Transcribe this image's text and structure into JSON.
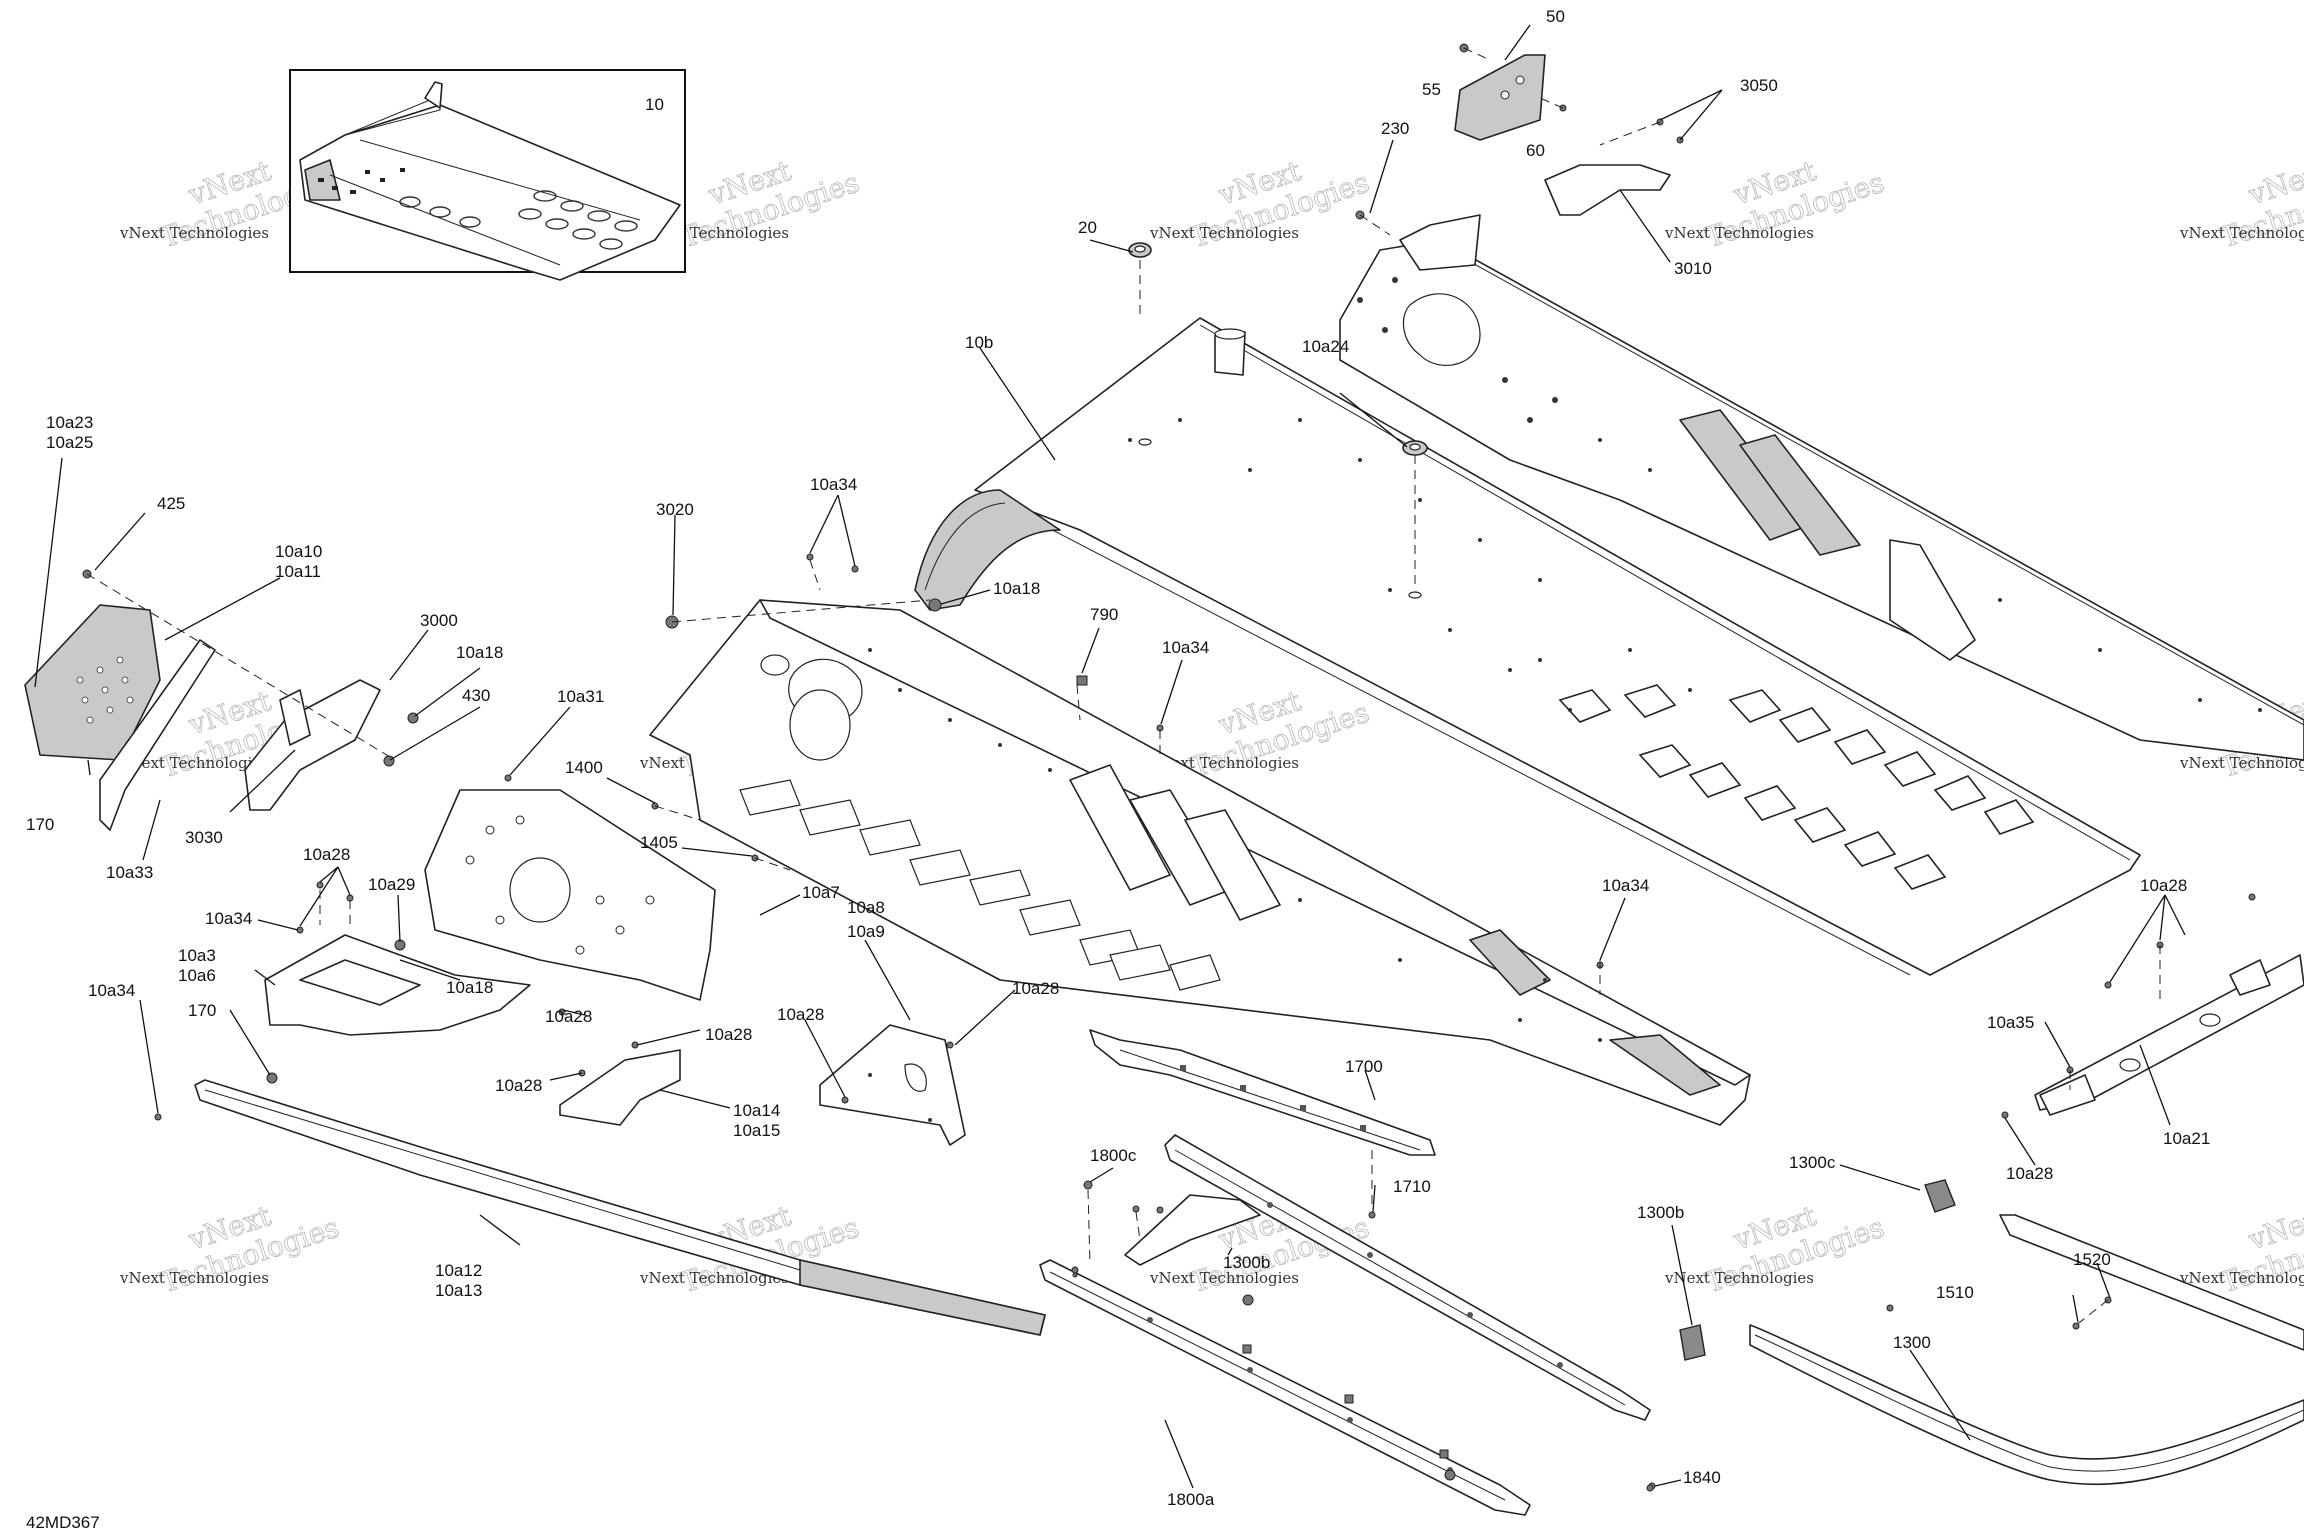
{
  "diagram_code": "42MD367",
  "inset_label": "10",
  "watermark": {
    "line1": "vNext Technologies",
    "line2": "vNext",
    "line3": "Technologies"
  },
  "callouts": [
    "50",
    "55",
    "60",
    "3050",
    "230",
    "3010",
    "20",
    "10b",
    "10a24",
    "10a23",
    "10a25",
    "425",
    "10a10",
    "10a11",
    "3000",
    "10a18",
    "430",
    "3020",
    "10a34",
    "10a18",
    "790",
    "10a34",
    "10a31",
    "170",
    "3030",
    "10a33",
    "1400",
    "1405",
    "10a7",
    "10a28",
    "10a29",
    "10a34",
    "10a3",
    "10a6",
    "10a18",
    "10a8",
    "10a9",
    "10a28",
    "10a34",
    "170",
    "10a28",
    "10a28",
    "10a28",
    "10a28",
    "10a14",
    "10a15",
    "10a34",
    "10a28",
    "10a35",
    "10a21",
    "10a28",
    "1700",
    "1710",
    "1800c",
    "1300c",
    "1300b",
    "10a12",
    "10a13",
    "1300b",
    "1520",
    "1510",
    "1300",
    "1840",
    "1800a"
  ]
}
